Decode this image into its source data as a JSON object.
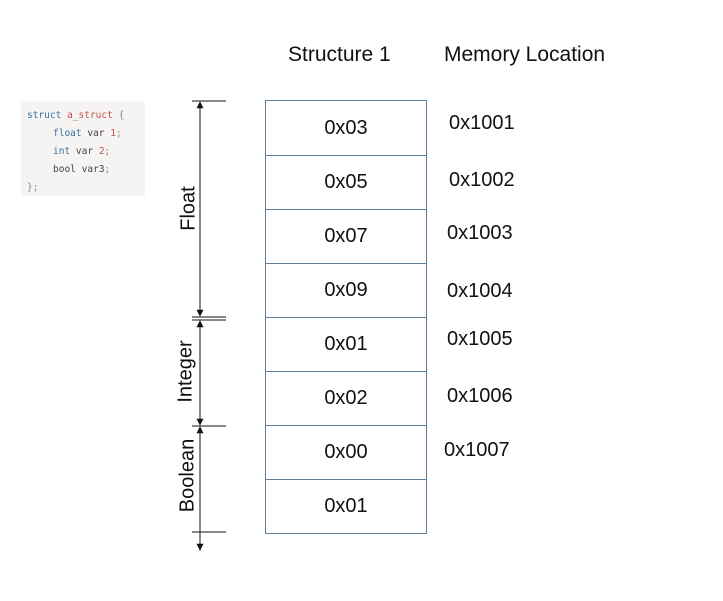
{
  "code": {
    "line1": {
      "kw": "struct",
      "name": "a_struct",
      "brace": "{"
    },
    "line2": {
      "type": "float",
      "var": "var",
      "num": "1",
      "end": ";"
    },
    "line3": {
      "type": "int",
      "var": "var",
      "num": "2",
      "end": ";"
    },
    "line4": {
      "type": "bool",
      "var": "var3",
      "end": ";"
    },
    "line5": {
      "close": "};"
    }
  },
  "headers": {
    "structure": "Structure 1",
    "memory": "Memory Location"
  },
  "cells": [
    "0x03",
    "0x05",
    "0x07",
    "0x09",
    "0x01",
    "0x02",
    "0x00",
    "0x01"
  ],
  "addresses": [
    "0x1001",
    "0x1002",
    "0x1003",
    "0x1004",
    "0x1005",
    "0x1006",
    "0x1007"
  ],
  "groups": {
    "float": "Float",
    "integer": "Integer",
    "boolean": "Boolean"
  }
}
